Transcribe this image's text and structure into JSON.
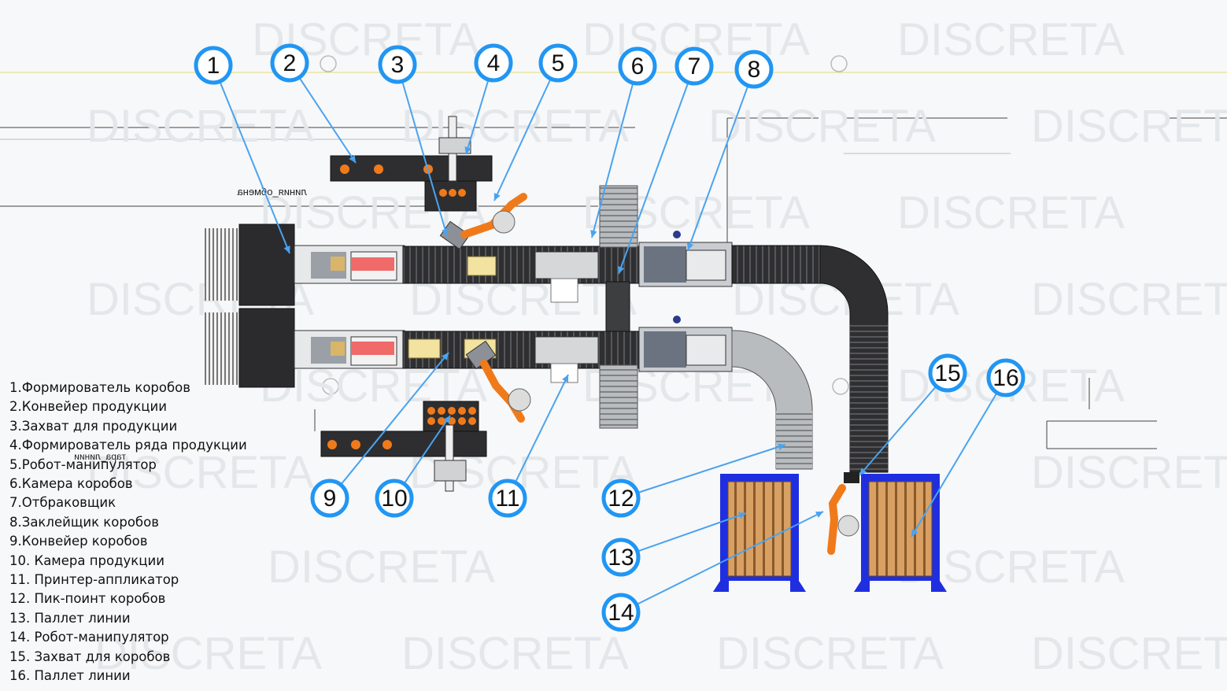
{
  "watermark": "DISCRETA",
  "mirrored_label_top": "линия_обмена",
  "mirrored_label_bottom": "тара_линии",
  "colors": {
    "callout_fill": "#ffffff",
    "callout_stroke": "#2196f3",
    "leader": "#4aa3f0",
    "robot": "#f07a1a",
    "pallet_frame": "#1f2fe0",
    "pallet_wood": "#d9a064",
    "conveyor": "#2e2e30",
    "product": "#f3e3a0",
    "accent_red": "#f06a6a"
  },
  "callouts": [
    "1",
    "2",
    "3",
    "4",
    "5",
    "6",
    "7",
    "8",
    "9",
    "10",
    "11",
    "12",
    "13",
    "14",
    "15",
    "16"
  ],
  "legend": [
    "1.Формирователь коробов",
    "2.Конвейер продукции",
    "3.Захват для продукции",
    "4.Формирователь ряда продукции",
    "5.Робот-манипулятор",
    "6.Камера коробов",
    "7.Отбраковщик",
    "8.Заклейщик коробов",
    "9.Конвейер коробов",
    "10. Камера продукции",
    "11. Принтер-аппликатор",
    "12. Пик-поинт коробов",
    "13. Паллет линии",
    "14. Робот-манипулятор",
    "15. Захват для коробов",
    "16. Паллет линии"
  ]
}
